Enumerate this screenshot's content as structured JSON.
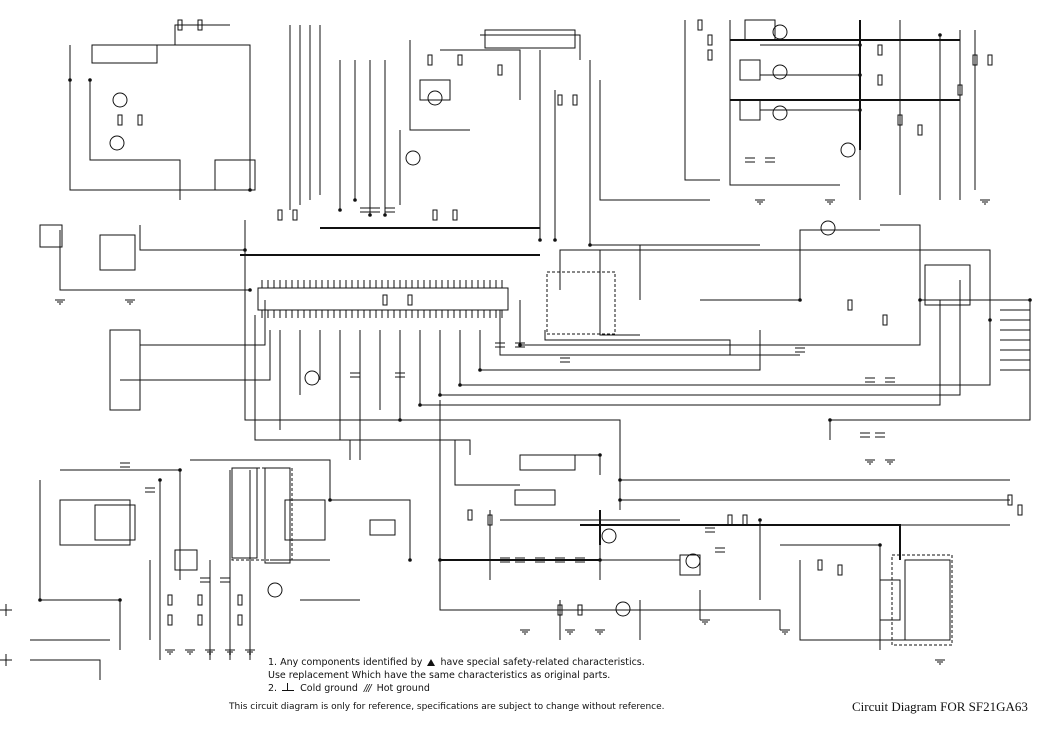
{
  "diagram": {
    "title": "Circuit Diagram FOR SF21GA63",
    "notes": {
      "line1_a": "1. Any components identified by",
      "line1_b": "have special safety-related characteristics.",
      "line2": "Use replacement Which have the same characteristics as original parts.",
      "line3_num": "2.",
      "cold_ground": "Cold ground",
      "hot_ground": "Hot ground"
    },
    "disclaimer": "This circuit diagram is only for reference, specifications are subject to change without reference."
  }
}
